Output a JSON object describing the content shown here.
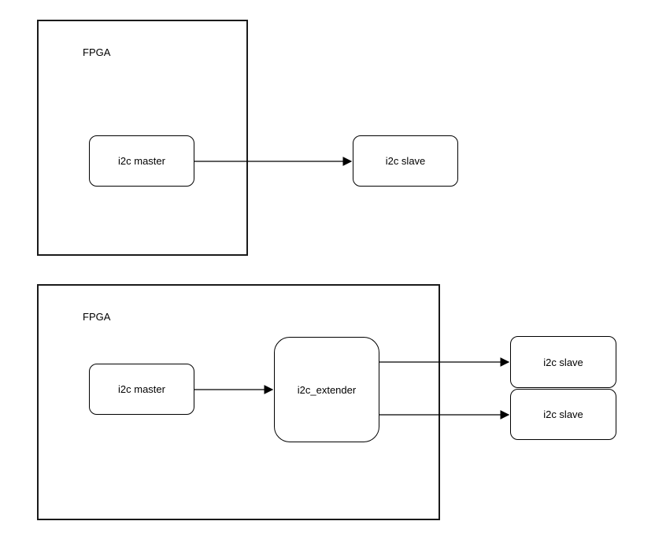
{
  "diagram": {
    "colors": {
      "stroke": "#000000",
      "container_stroke": "#1a1a1a",
      "background": "#ffffff"
    },
    "top": {
      "container_label": "FPGA",
      "nodes": {
        "master": "i2c master",
        "slave": "i2c slave"
      },
      "connections": [
        {
          "from": "i2c master",
          "to": "i2c slave"
        }
      ]
    },
    "bottom": {
      "container_label": "FPGA",
      "nodes": {
        "master": "i2c master",
        "extender": "i2c_extender",
        "slave_1": "i2c slave",
        "slave_2": "i2c slave"
      },
      "connections": [
        {
          "from": "i2c master",
          "to": "i2c_extender"
        },
        {
          "from": "i2c_extender",
          "to": "i2c slave"
        },
        {
          "from": "i2c_extender",
          "to": "i2c slave"
        }
      ]
    }
  }
}
